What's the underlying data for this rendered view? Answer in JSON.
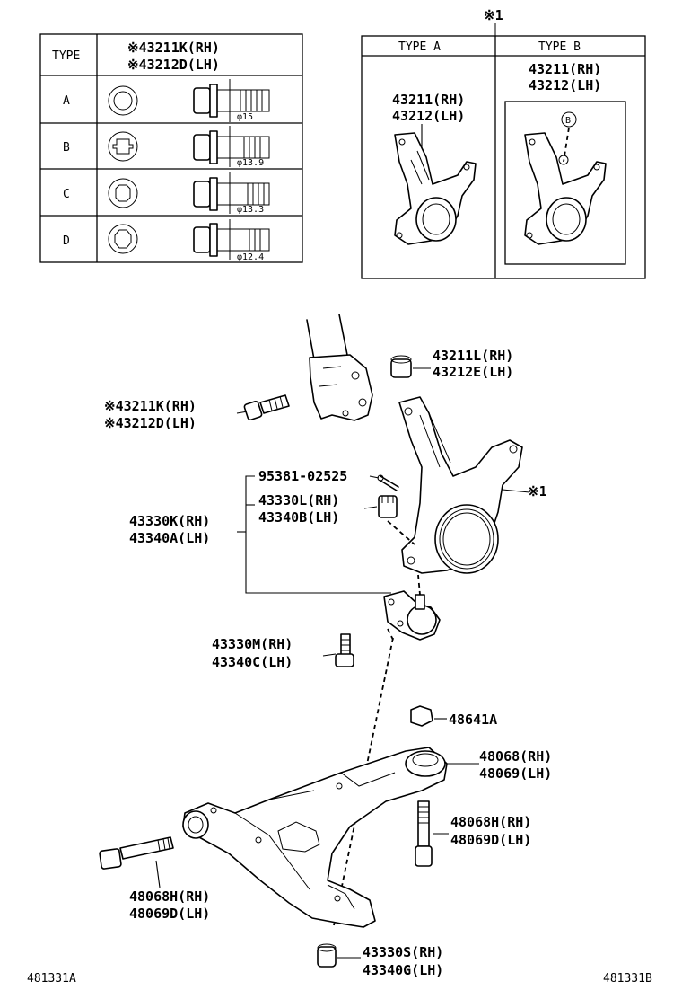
{
  "type_table": {
    "header_type": "TYPE",
    "header_part_rh": "※43211K(RH)",
    "header_part_lh": "※43212D(LH)",
    "rows": [
      {
        "type": "A",
        "dia": "φ15"
      },
      {
        "type": "B",
        "dia": "φ13.9"
      },
      {
        "type": "C",
        "dia": "φ13.3"
      },
      {
        "type": "D",
        "dia": "φ12.4"
      }
    ]
  },
  "variant_box": {
    "title": "※1",
    "col_a": "TYPE  A",
    "col_b": "TYPE  B",
    "a_rh": "43211(RH)",
    "a_lh": "43212(LH)",
    "b_rh": "43211(RH)",
    "b_lh": "43212(LH)",
    "b_marker": "B"
  },
  "labels": {
    "nut_rh": "43211L(RH)",
    "nut_lh": "43212E(LH)",
    "bolt_rh": "※43211K(RH)",
    "bolt_lh": "※43212D(LH)",
    "cotter_pin": "95381-02525",
    "castle_nut_rh": "43330L(RH)",
    "castle_nut_lh": "43340B(LH)",
    "ball_joint_rh": "43330K(RH)",
    "ball_joint_lh": "43340A(LH)",
    "knuckle_ref": "※1",
    "bj_bolt_rh": "43330M(RH)",
    "bj_bolt_lh": "43340C(LH)",
    "arm_nut": "48641A",
    "arm_rh": "48068(RH)",
    "arm_lh": "48069(LH)",
    "vbolt_rh": "48068H(RH)",
    "vbolt_lh": "48069D(LH)",
    "hbolt_rh": "48068H(RH)",
    "hbolt_lh": "48069D(LH)",
    "bush_rh": "43330S(RH)",
    "bush_lh": "43340G(LH)"
  },
  "footer": {
    "left_code": "481331A",
    "right_code": "481331B"
  }
}
